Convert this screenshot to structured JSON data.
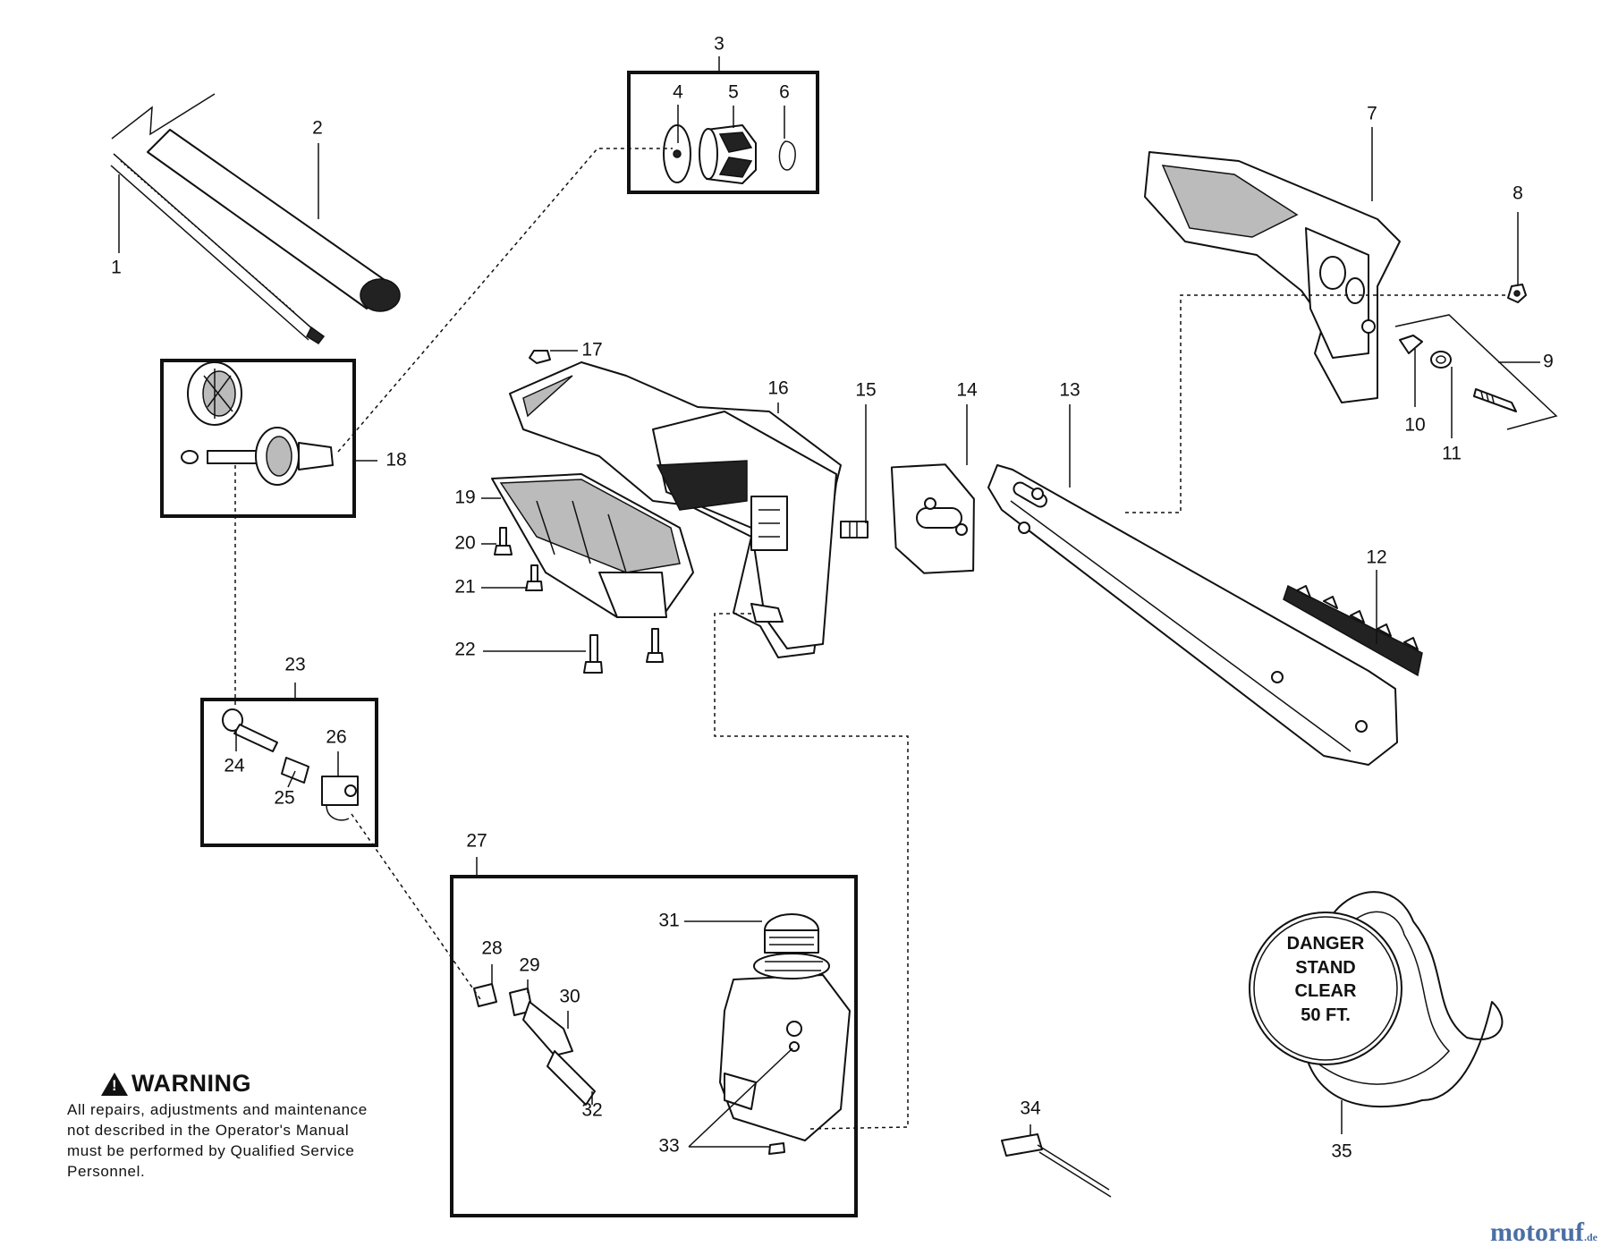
{
  "callouts": {
    "n1": "1",
    "n2": "2",
    "n3": "3",
    "n4": "4",
    "n5": "5",
    "n6": "6",
    "n7": "7",
    "n8": "8",
    "n9": "9",
    "n10": "10",
    "n11": "11",
    "n12": "12",
    "n13": "13",
    "n14": "14",
    "n15": "15",
    "n16": "16",
    "n17": "17",
    "n18": "18",
    "n19": "19",
    "n20": "20",
    "n21": "21",
    "n22": "22",
    "n23": "23",
    "n24": "24",
    "n25": "25",
    "n26": "26",
    "n27": "27",
    "n28": "28",
    "n29": "29",
    "n30": "30",
    "n31": "31",
    "n32": "32",
    "n33": "33",
    "n34": "34",
    "n35": "35"
  },
  "warning": {
    "title": "WARNING",
    "text": "All repairs, adjustments and maintenance not described in the Operator's Manual must be performed by Qualified Service Personnel."
  },
  "danger_tag": {
    "line1": "DANGER",
    "line2": "STAND",
    "line3": "CLEAR",
    "line4": "50 FT."
  },
  "watermark": {
    "brand": "motoruf",
    "suffix": ".de"
  },
  "colors": {
    "ink": "#111111",
    "watermark": "#4a6fa5"
  }
}
